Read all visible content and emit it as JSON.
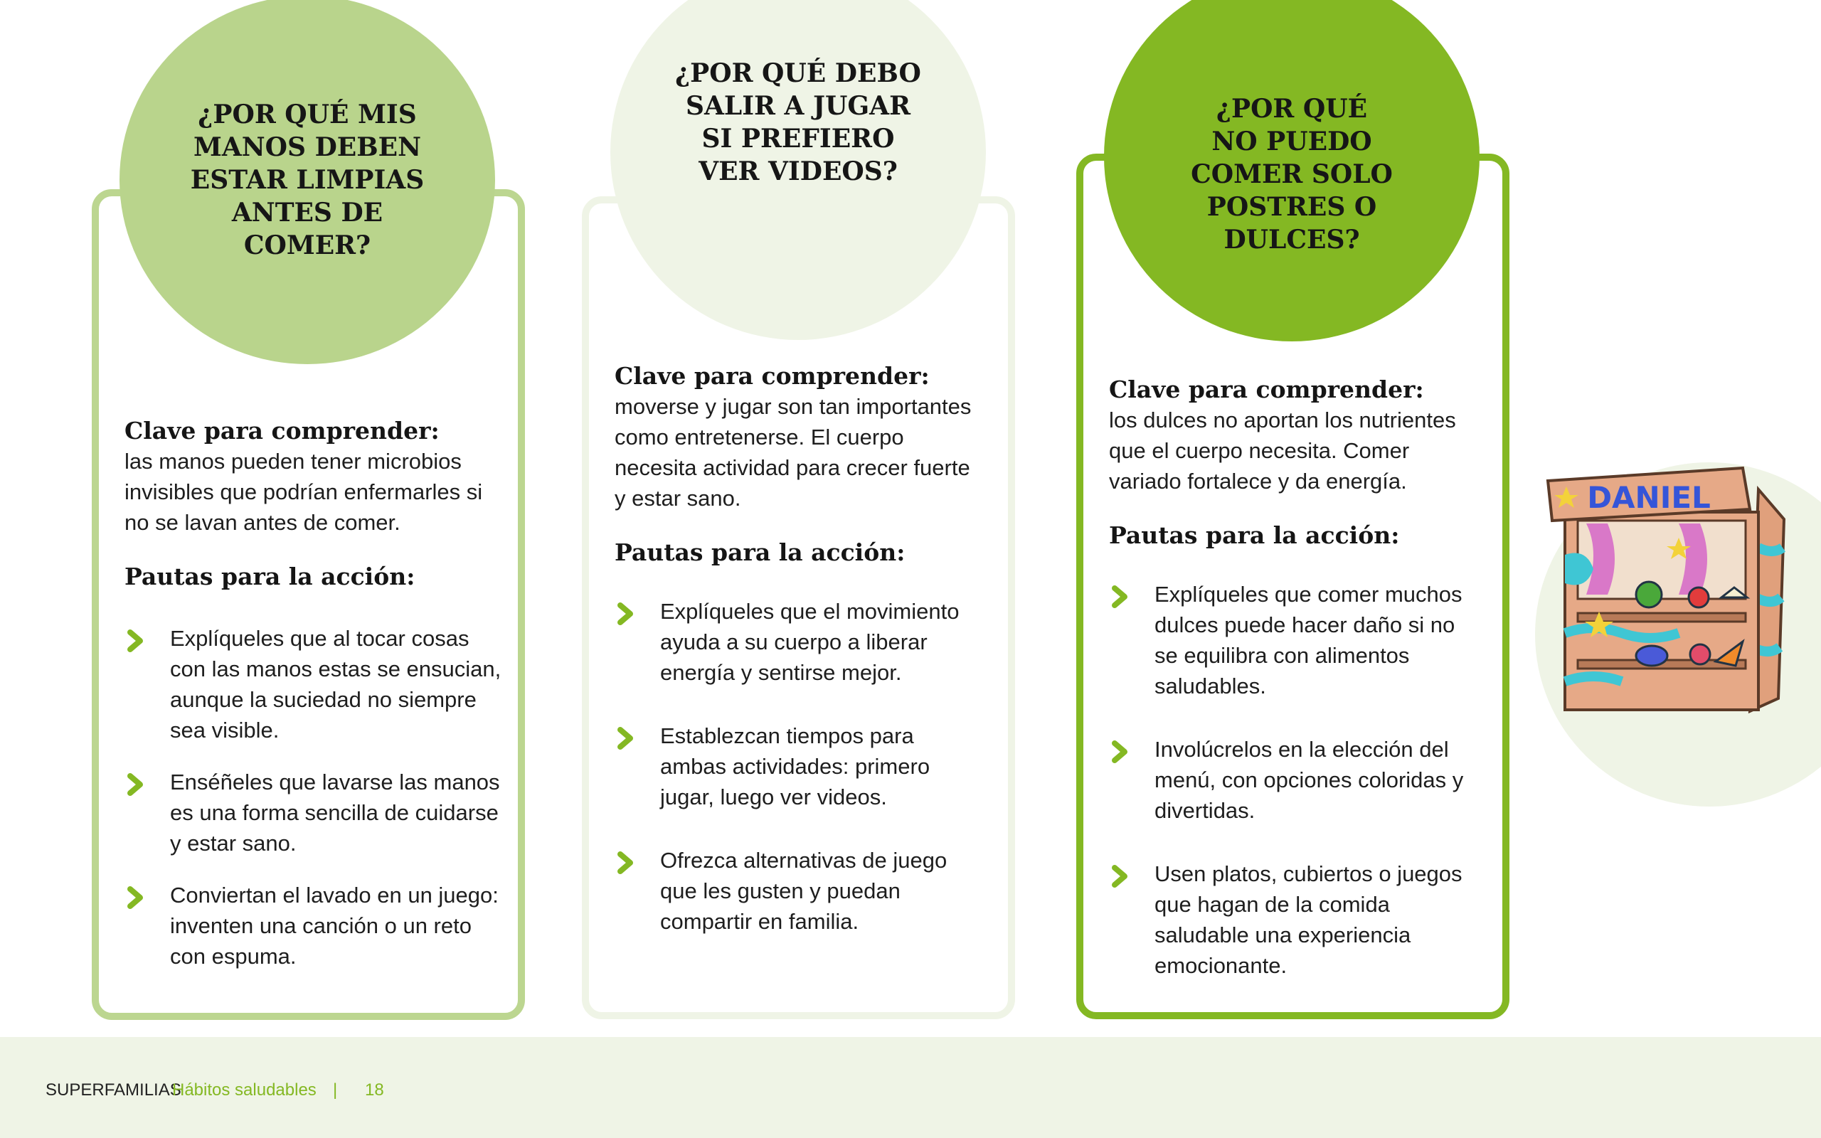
{
  "cards": [
    {
      "question": "¿POR QUÉ MIS MANOS DEBEN ESTAR LIMPIAS ANTES DE COMER?",
      "question_lines": [
        "¿POR QUÉ MIS",
        "MANOS DEBEN",
        "ESTAR LIMPIAS",
        "ANTES DE",
        "COMER?"
      ],
      "key_title": "Clave para comprender:",
      "key_text": "las manos pueden tener microbios invisibles que podrían enfermarles si no se lavan antes de comer.",
      "guide_title": "Pautas para la acción:",
      "bullets": [
        "Explíqueles que al tocar cosas con las manos estas se ensucian, aunque la suciedad no siempre sea visible.",
        "Enséñeles que lavarse las manos es una forma sencilla de cuidarse y estar sano.",
        "Conviertan el lavado en un juego: inventen una canción o un reto con espuma."
      ],
      "colors": {
        "circle": "#b9d48c",
        "border": "#bcd690"
      }
    },
    {
      "question": "¿POR QUÉ DEBO SALIR A JUGAR SI PREFIERO VER VIDEOS?",
      "question_lines": [
        "¿POR QUÉ DEBO",
        "SALIR A JUGAR",
        "SI PREFIERO",
        "VER VIDEOS?"
      ],
      "key_title": "Clave para comprender:",
      "key_text": "moverse y jugar son tan importantes como entretenerse. El cuerpo necesita actividad para crecer fuerte y estar sano.",
      "guide_title": "Pautas para la acción:",
      "bullets": [
        "Explíqueles que el movimiento ayuda a su cuerpo a liberar energía y sentirse mejor.",
        "Establezcan tiempos para ambas actividades: primero jugar, luego ver videos.",
        "Ofrezca alternativas de juego que les gusten y puedan compartir en familia."
      ],
      "colors": {
        "circle": "#eff4e6",
        "border": "#eff4e6"
      }
    },
    {
      "question": "¿POR QUÉ NO PUEDO COMER SOLO POSTRES O DULCES?",
      "question_lines": [
        "¿POR QUÉ",
        "NO PUEDO",
        "COMER SOLO",
        "POSTRES O",
        "DULCES?"
      ],
      "key_title": "Clave para comprender:",
      "key_text": "los dulces no aportan los nutrientes que el cuerpo necesita. Comer variado fortalece y da energía.",
      "guide_title": "Pautas para la acción:",
      "bullets": [
        "Explíqueles que comer muchos dulces puede hacer daño si no se equilibra con alimentos saludables.",
        "Involúcrelos en la elección del menú, con opciones coloridas y divertidas.",
        "Usen platos, cubiertos o juegos que hagan de la comida saludable una experiencia emocionante."
      ],
      "colors": {
        "circle": "#84b823",
        "border": "#84b823"
      }
    }
  ],
  "illustration": {
    "sign_text": "DANIEL",
    "icon": "market-stall-illustration"
  },
  "footer": {
    "brand": "SUPERFAMILIAS",
    "section": "Hábitos saludables",
    "separator": "|",
    "page_number": "18"
  },
  "colors": {
    "accent_green": "#84b823",
    "light_green": "#b9d48c",
    "pale_green": "#eff4e6",
    "text": "#1c1c1c"
  }
}
